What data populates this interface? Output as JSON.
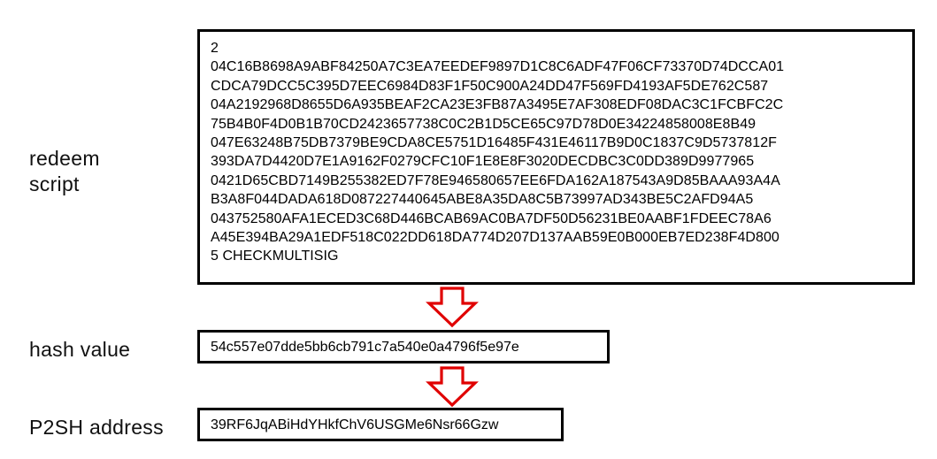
{
  "labels": {
    "redeem_script": "redeem script",
    "hash_value": "hash value",
    "p2sh_address": "P2SH address"
  },
  "redeem_script_lines": [
    "2",
    "04C16B8698A9ABF84250A7C3EA7EEDEF9897D1C8C6ADF47F06CF73370D74DCCA01",
    "CDCA79DCC5C395D7EEC6984D83F1F50C900A24DD47F569FD4193AF5DE762C587",
    "04A2192968D8655D6A935BEAF2CA23E3FB87A3495E7AF308EDF08DAC3C1FCBFC2C",
    "75B4B0F4D0B1B70CD2423657738C0C2B1D5CE65C97D78D0E34224858008E8B49",
    "047E63248B75DB7379BE9CDA8CE5751D16485F431E46117B9D0C1837C9D5737812F",
    "393DA7D4420D7E1A9162F0279CFC10F1E8E8F3020DECDBC3C0DD389D9977965",
    "0421D65CBD7149B255382ED7F78E946580657EE6FDA162A187543A9D85BAAA93A4A",
    "B3A8F044DADA618D087227440645ABE8A35DA8C5B73997AD343BE5C2AFD94A5",
    "043752580AFA1ECED3C68D446BCAB69AC0BA7DF50D56231BE0AABF1FDEEC78A6",
    "A45E394BA29A1EDF518C022DD618DA774D207D137AAB59E0B000EB7ED238F4D800",
    "5 CHECKMULTISIG"
  ],
  "hash_value": "54c557e07dde5bb6cb791c7a540e0a4796f5e97e",
  "p2sh_address": "39RF6JqABiHdYHkfChV6USGMe6Nsr66Gzw",
  "arrow_color": "#e00000",
  "arrow_icon": "down-arrow-outline"
}
